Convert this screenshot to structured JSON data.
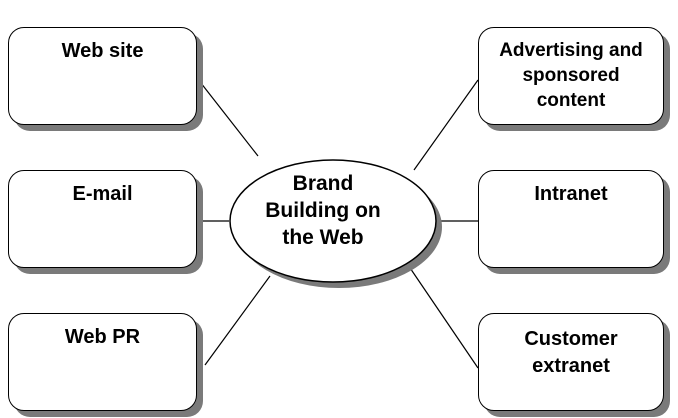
{
  "diagram": {
    "center": {
      "label": "Brand\nBuilding on\nthe Web"
    },
    "nodes": [
      {
        "id": "web-site",
        "label": "Web site"
      },
      {
        "id": "e-mail",
        "label": "E-mail"
      },
      {
        "id": "web-pr",
        "label": "Web PR"
      },
      {
        "id": "advertising",
        "label": "Advertising and\nsponsored\ncontent"
      },
      {
        "id": "intranet",
        "label": "Intranet"
      },
      {
        "id": "customer-extranet",
        "label": "Customer\nextranet"
      }
    ]
  }
}
